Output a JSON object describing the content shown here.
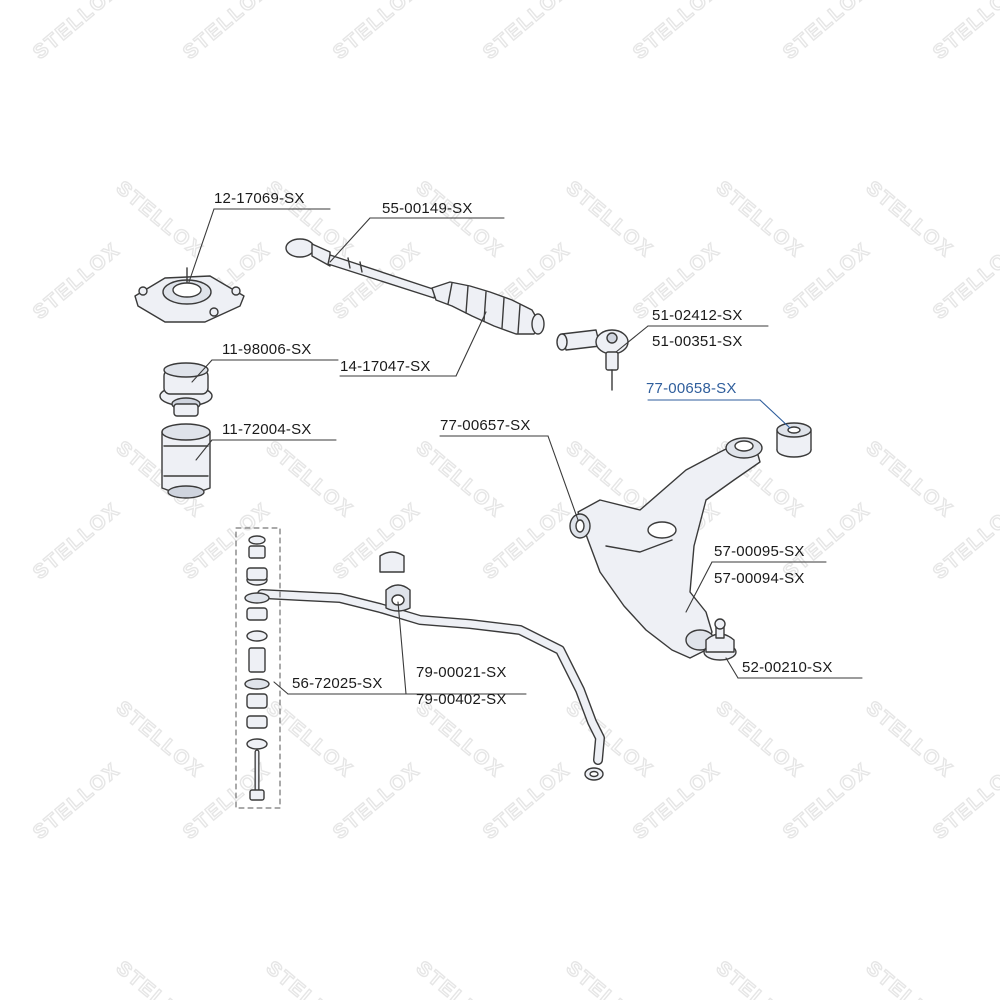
{
  "watermark": {
    "text": "STELLOX",
    "color": "#e6e6e6"
  },
  "colors": {
    "line": "#3a3a3a",
    "part_fill": "#eef0f5",
    "part_shade": "#cfd4de",
    "highlight": "#2f5e9c"
  },
  "labels": {
    "top_mount": "12-17069-SX",
    "tie_rod": "55-00149-SX",
    "bump_stop": "11-98006-SX",
    "boot": "14-17047-SX",
    "dust_cover": "11-72004-SX",
    "tie_rod_end_a": "51-02412-SX",
    "tie_rod_end_b": "51-00351-SX",
    "bushing_rear": "77-00658-SX",
    "bushing_front": "77-00657-SX",
    "arm_a": "57-00095-SX",
    "arm_b": "57-00094-SX",
    "ball_joint": "52-00210-SX",
    "stab_link": "56-72025-SX",
    "stab_bushing_a": "79-00021-SX",
    "stab_bushing_b": "79-00402-SX"
  }
}
